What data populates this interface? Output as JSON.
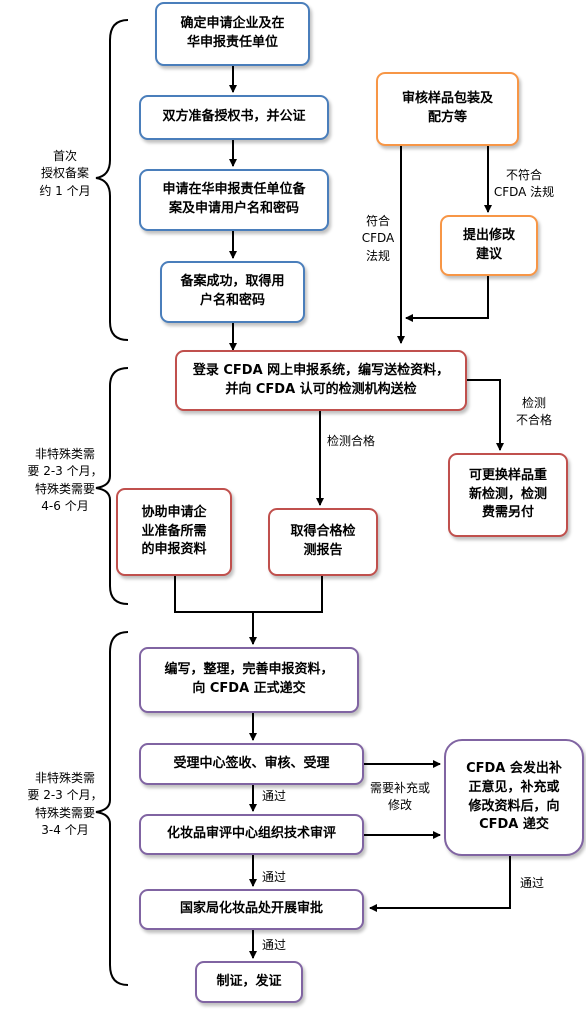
{
  "phase1": {
    "label": "首次\n授权备案\n约 1 个月",
    "step1": "确定申请企业及在\n华申报责任单位",
    "step2": "双方准备授权书，并公证",
    "step3": "申请在华申报责任单位备\n案及申请用户名和密码",
    "step4": "备案成功，取得用\n户名和密码",
    "review": "审核样品包装及\n配方等",
    "suggest": "提出修改\n建议",
    "not_conform": "不符合\nCFDA 法规",
    "conform": "符合\nCFDA\n法规"
  },
  "phase2": {
    "label": "非特殊类需\n要 2-3 个月，\n特殊类需要\n4-6 个月",
    "login": "登录 CFDA 网上申报系统，编写送检资料，\n并向 CFDA 认可的检测机构送检",
    "fail_label": "检测\n不合格",
    "fail_box": "可更换样品重\n新检测，检测\n费需另付",
    "pass_label": "检测合格",
    "assist": "协助申请企\n业准备所需\n的申报资料",
    "report": "取得合格检\n测报告"
  },
  "phase3": {
    "label": "非特殊类需\n要 2-3 个月，\n特殊类需要\n3-4 个月",
    "compile": "编写，整理，完善申报资料，\n向 CFDA 正式递交",
    "accept": "受理中心签收、审核、受理",
    "tech_review": "化妆品审评中心组织技术审评",
    "approval": "国家局化妆品处开展审批",
    "certify": "制证，发证",
    "supplement_label": "需要补充或\n修改",
    "supplement_box": "CFDA 会发出补\n正意见，补充或\n修改资料后，向\nCFDA 递交",
    "pass1": "通过",
    "pass2": "通过",
    "pass3": "通过",
    "pass4": "通过"
  },
  "colors": {
    "blue": "#4a7ebb",
    "orange": "#f79646",
    "red": "#c0504d",
    "purple": "#8064a2"
  }
}
